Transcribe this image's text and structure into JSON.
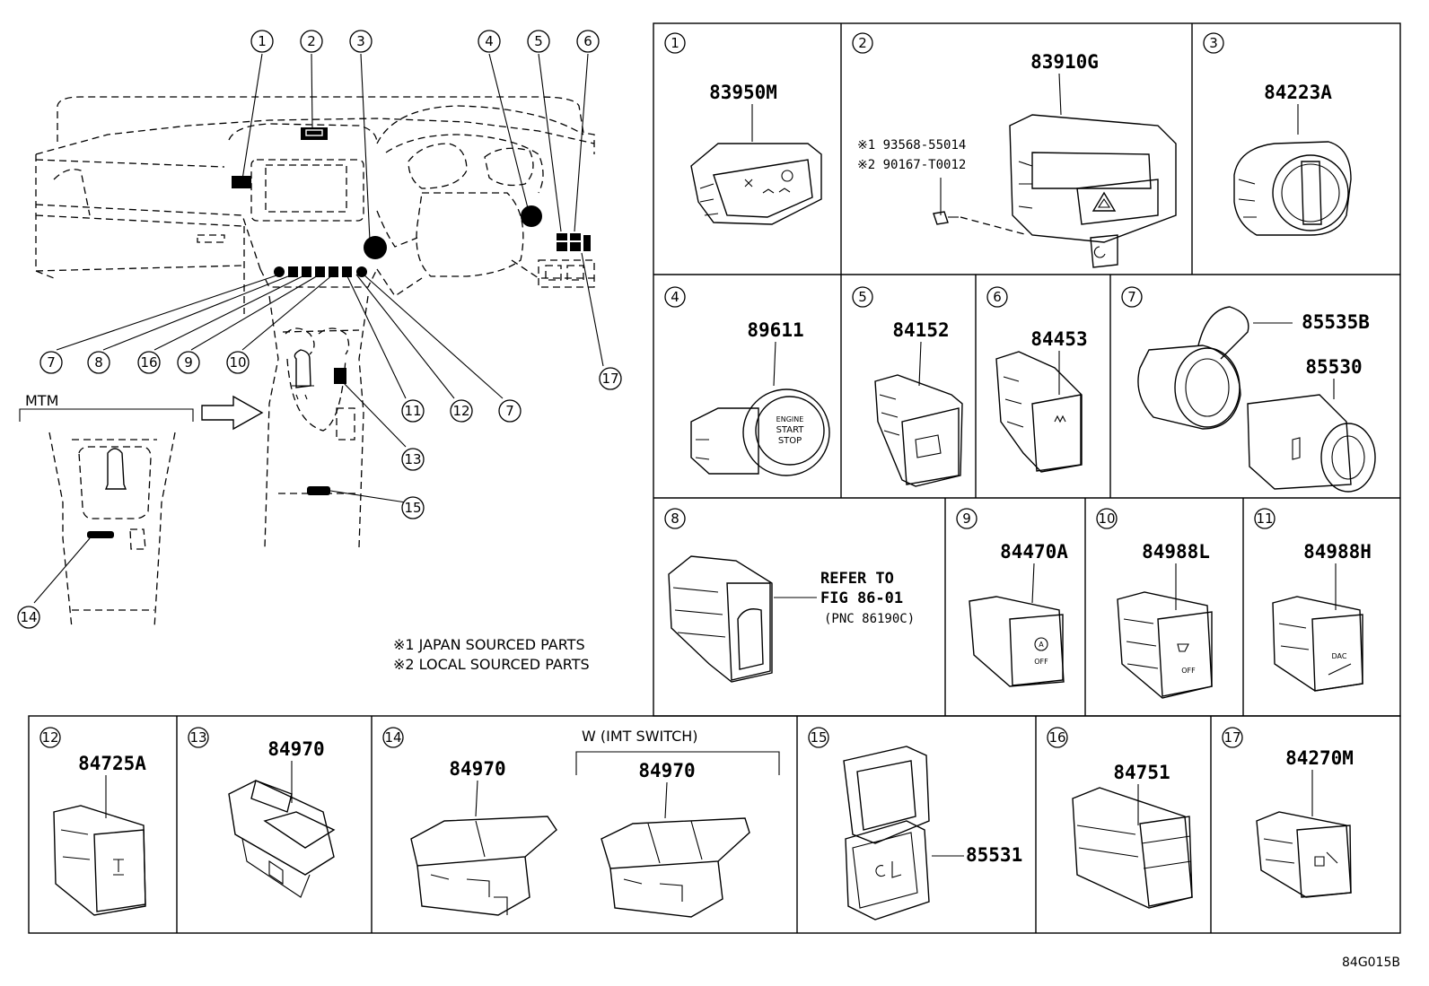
{
  "overview": {
    "callouts": [
      "1",
      "2",
      "3",
      "4",
      "5",
      "6",
      "7",
      "8",
      "16",
      "9",
      "10",
      "11",
      "12",
      "7",
      "13",
      "15",
      "14",
      "17"
    ],
    "mtm_label": "MTM",
    "notes": [
      "※1 JAPAN SOURCED PARTS",
      "※2 LOCAL SOURCED PARTS"
    ]
  },
  "panels": [
    {
      "num": "1",
      "code": "83950M"
    },
    {
      "num": "2",
      "code": "83910G",
      "extra": [
        "※1 93568-55014",
        "※2 90167-T0012"
      ]
    },
    {
      "num": "3",
      "code": "84223A"
    },
    {
      "num": "4",
      "code": "89611",
      "button_text": [
        "ENGINE",
        "START",
        "STOP"
      ]
    },
    {
      "num": "5",
      "code": "84152"
    },
    {
      "num": "6",
      "code": "84453"
    },
    {
      "num": "7",
      "codes": [
        "85535B",
        "85530"
      ]
    },
    {
      "num": "8",
      "refer": [
        "REFER TO",
        "FIG 86-01",
        "(PNC 86190C)"
      ]
    },
    {
      "num": "9",
      "code": "84470A",
      "button_text": [
        "A",
        "OFF"
      ]
    },
    {
      "num": "10",
      "code": "84988L",
      "button_text": [
        "OFF"
      ]
    },
    {
      "num": "11",
      "code": "84988H",
      "button_text": [
        "DAC"
      ]
    },
    {
      "num": "12",
      "code": "84725A"
    },
    {
      "num": "13",
      "code": "84970"
    },
    {
      "num": "14",
      "codes": [
        "84970",
        "84970"
      ],
      "group_label": "W (IMT SWITCH)"
    },
    {
      "num": "15",
      "code": "85531"
    },
    {
      "num": "16",
      "code": "84751"
    },
    {
      "num": "17",
      "code": "84270M"
    }
  ],
  "drawing_id": "84G015B",
  "colors": {
    "ink": "#000000",
    "paper": "#ffffff"
  }
}
